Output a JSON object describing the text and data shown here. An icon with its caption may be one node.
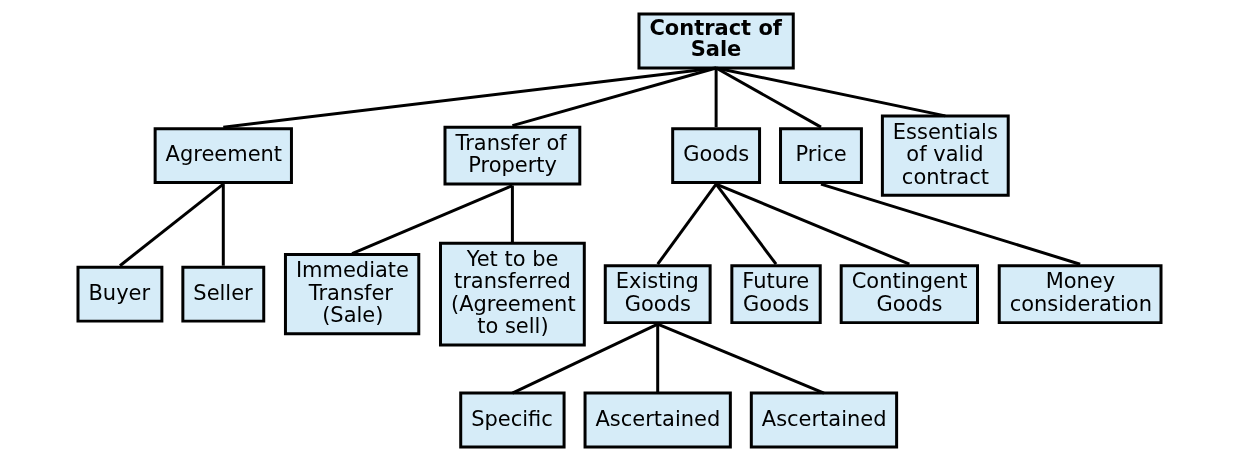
{
  "diagram": {
    "nodes": [
      {
        "text": [
          "Contract of Sale"
        ]
      },
      {
        "text": [
          "Agreement"
        ]
      },
      {
        "text": [
          "Transfer of Property"
        ]
      },
      {
        "text": [
          "Goods"
        ]
      },
      {
        "text": [
          "Price"
        ]
      },
      {
        "text": [
          "Essentials of valid contract"
        ]
      },
      {
        "text": [
          "Buyer"
        ]
      },
      {
        "text": [
          "Seller"
        ]
      },
      {
        "text": [
          "Immediate Transfer (Sale)"
        ]
      },
      {
        "text": [
          "Yet to be transferred (Agreement to sell)"
        ]
      },
      {
        "text": [
          "Existing Goods"
        ]
      },
      {
        "text": [
          "Future Goods"
        ]
      },
      {
        "text": [
          "Contingent Goods"
        ]
      },
      {
        "text": [
          "Money consideration"
        ]
      },
      {
        "text": [
          "Specific"
        ]
      },
      {
        "text": [
          "Ascertained"
        ]
      },
      {
        "text": [
          "Ascertained"
        ]
      }
    ],
    "edges": [
      {
        "from": 0,
        "to": 1,
        "arrow": "none"
      },
      {
        "from": 0,
        "to": 2,
        "arrow": "none"
      },
      {
        "from": 0,
        "to": 3,
        "arrow": "none"
      },
      {
        "from": 0,
        "to": 4,
        "arrow": "none"
      },
      {
        "from": 0,
        "to": 5,
        "arrow": "none"
      },
      {
        "from": 1,
        "to": 6,
        "arrow": "none"
      },
      {
        "from": 1,
        "to": 7,
        "arrow": "none"
      },
      {
        "from": 2,
        "to": 8,
        "arrow": "none"
      },
      {
        "from": 2,
        "to": 9,
        "arrow": "none"
      },
      {
        "from": 3,
        "to": 10,
        "arrow": "none"
      },
      {
        "from": 3,
        "to": 11,
        "arrow": "none"
      },
      {
        "from": 3,
        "to": 12,
        "arrow": "none"
      },
      {
        "from": 4,
        "to": 13,
        "arrow": "none"
      },
      {
        "from": 10,
        "to": 14,
        "arrow": "none"
      },
      {
        "from": 10,
        "to": 15,
        "arrow": "none"
      },
      {
        "from": 10,
        "to": 16,
        "arrow": "none"
      }
    ]
  }
}
